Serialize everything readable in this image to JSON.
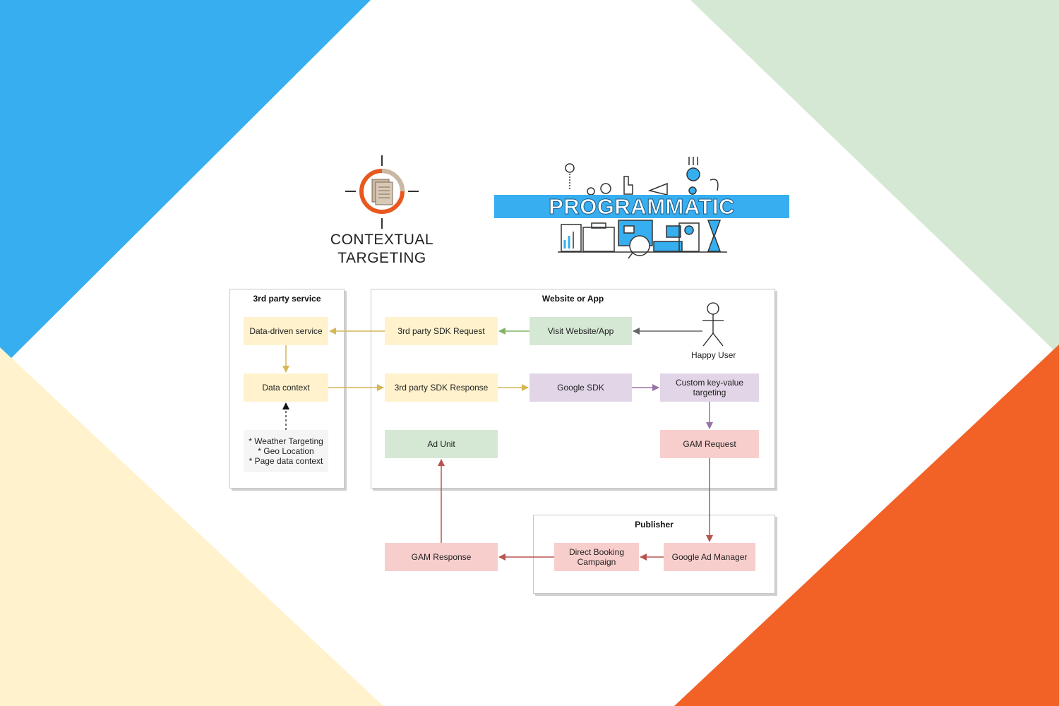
{
  "colors": {
    "bg_blue": "#36aef0",
    "bg_green": "#d5e8d4",
    "bg_cream": "#fff2cc",
    "bg_orange": "#f26126",
    "arrow_yellow": "#d6b656",
    "arrow_green": "#82b366",
    "arrow_purple": "#9673a6",
    "arrow_red": "#b85450",
    "arrow_grey": "#666666"
  },
  "logos": {
    "contextual_targeting": {
      "line1": "CONTEXTUAL",
      "line2": "TARGETING"
    },
    "programmatic": {
      "text": "PROGRAMMATIC"
    }
  },
  "groups": {
    "third_party": {
      "title": "3rd party service"
    },
    "website": {
      "title": "Website or App"
    },
    "publisher": {
      "title": "Publisher"
    }
  },
  "nodes": {
    "data_driven_service": "Data-driven service",
    "data_context": "Data context",
    "context_list": "* Weather Targeting\n* Geo Location\n* Page data context",
    "sdk_request": "3rd party SDK Request",
    "visit_website": "Visit Website/App",
    "happy_user": "Happy User",
    "sdk_response": "3rd party SDK Response",
    "google_sdk": "Google SDK",
    "custom_kv": "Custom key-value\ntargeting",
    "ad_unit": "Ad Unit",
    "gam_request": "GAM Request",
    "gam_response": "GAM Response",
    "direct_booking": "Direct Booking\nCampaign",
    "google_ad_manager": "Google Ad Manager"
  }
}
